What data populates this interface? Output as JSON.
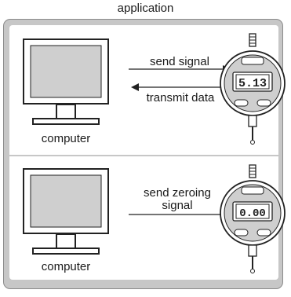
{
  "title": "application",
  "top_panel": {
    "computer_label": "computer",
    "arrow_send": "send signal",
    "arrow_return": "transmit data",
    "display_value": "5.13"
  },
  "bottom_panel": {
    "computer_label": "computer",
    "arrow_send_line1": "send zeroing",
    "arrow_send_line2": "signal",
    "display_value": "0.00"
  }
}
